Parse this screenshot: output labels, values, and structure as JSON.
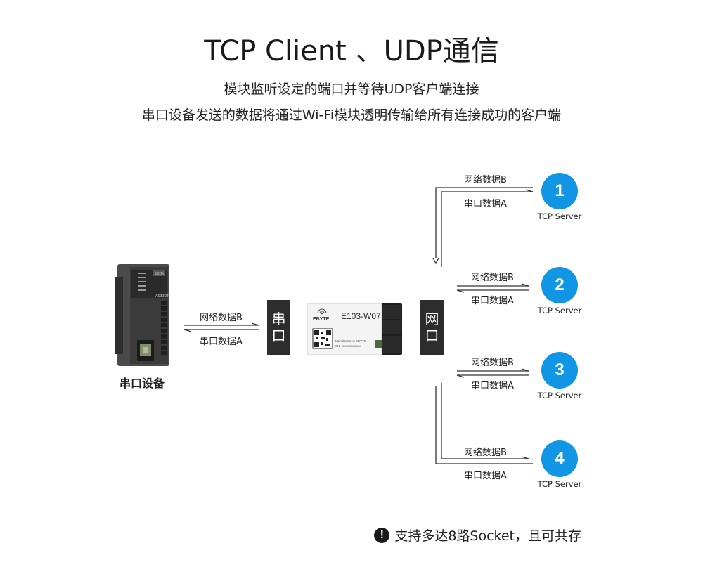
{
  "title": "TCP Client 、UDP通信",
  "subtitle_line1": "模块监听设定的端口并等待UDP客户端连接",
  "subtitle_line2": "串口设备发送的数据将通过Wi-Fi模块透明传输给所有连接成功的客户端",
  "device": {
    "label": "串口设备",
    "model": "AS332T",
    "brand": "DELTA",
    "link_label_top": "网络数据B",
    "link_label_bottom": "串口数据A"
  },
  "serial_block": {
    "char1": "串",
    "char2": "口"
  },
  "network_block": {
    "char1": "网",
    "char2": "口"
  },
  "module": {
    "brand": "EBYTE",
    "model": "E103-W07",
    "manufacturer": "Manufacturer: EBYTE",
    "sn": "SN: xxxxxxxxxxxx"
  },
  "servers": [
    {
      "number": "1",
      "label": "TCP Server",
      "link_label_top": "网络数据B",
      "link_label_bottom": "串口数据A"
    },
    {
      "number": "2",
      "label": "TCP Server",
      "link_label_top": "网络数据B",
      "link_label_bottom": "串口数据A"
    },
    {
      "number": "3",
      "label": "TCP Server",
      "link_label_top": "网络数据B",
      "link_label_bottom": "串口数据A"
    },
    {
      "number": "4",
      "label": "TCP Server",
      "link_label_top": "网络数据B",
      "link_label_bottom": "串口数据A"
    }
  ],
  "note": {
    "icon": "exclamation-icon",
    "text": "支持多达8路Socket，且可共存"
  },
  "colors": {
    "accent": "#1196e6",
    "dark_block": "#2d2d2d",
    "line": "#333333"
  }
}
